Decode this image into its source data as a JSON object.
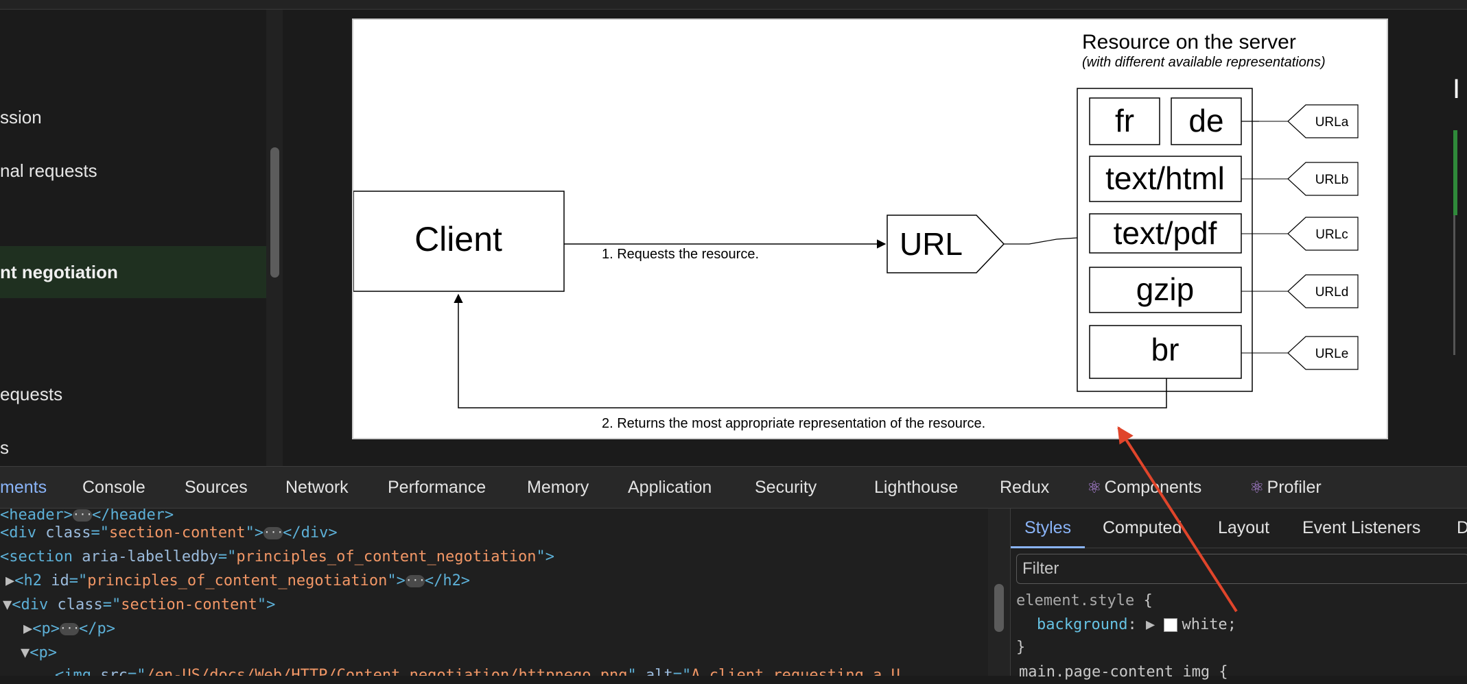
{
  "sidebar": {
    "items": [
      {
        "label": "ssion",
        "active": false
      },
      {
        "label": "nal requests",
        "active": false
      },
      {
        "label": "nt negotiation",
        "active": true
      },
      {
        "label": "equests",
        "active": false
      },
      {
        "label": "s",
        "active": false
      }
    ]
  },
  "figure": {
    "title": "Resource on the server",
    "subtitle": "(with different available representations)",
    "client_label": "Client",
    "url_label": "URL",
    "step1": "1. Requests the resource.",
    "step2": "2. Returns the most appropriate representation of the resource.",
    "representations": [
      "fr",
      "de",
      "text/html",
      "text/pdf",
      "gzip",
      "br"
    ],
    "url_tags": [
      "URLa",
      "URLb",
      "URLc",
      "URLd",
      "URLe"
    ]
  },
  "right_heading": "I",
  "devtools": {
    "tabs": [
      {
        "label": "ments",
        "active": true
      },
      {
        "label": "Console"
      },
      {
        "label": "Sources"
      },
      {
        "label": "Network"
      },
      {
        "label": "Performance"
      },
      {
        "label": "Memory"
      },
      {
        "label": "Application"
      },
      {
        "label": "Security"
      },
      {
        "label": "Lighthouse"
      },
      {
        "label": "Redux"
      },
      {
        "label": "Components",
        "icon": "react-icon"
      },
      {
        "label": "Profiler",
        "icon": "react-icon"
      }
    ],
    "elements": {
      "lines": [
        {
          "html": "header_close"
        },
        {
          "tag": "div",
          "attr": "class",
          "value": "section-content"
        },
        {
          "tag": "section",
          "attr": "aria-labelledby",
          "value": "principles_of_content_negotiation"
        },
        {
          "tag": "h2",
          "attr": "id",
          "value": "principles_of_content_negotiation"
        },
        {
          "tag": "div",
          "attr": "class",
          "value": "section-content"
        },
        {
          "tag": "p"
        },
        {
          "tag": "p"
        },
        {
          "tag": "img",
          "attr": "src",
          "value": "/en-US/docs/Web/HTTP/Content_negotiation/httpnego.png",
          "attr2": "alt",
          "value2": "A client requesting a U"
        }
      ]
    },
    "styles": {
      "tabs": [
        {
          "label": "Styles",
          "active": true
        },
        {
          "label": "Computed"
        },
        {
          "label": "Layout"
        },
        {
          "label": "Event Listeners"
        },
        {
          "label": "D"
        }
      ],
      "filter_placeholder": "Filter",
      "rules": {
        "element_style_selector": "element.style",
        "open_brace": "{",
        "prop": "background",
        "value": "white",
        "close_brace": "}",
        "next_selector": "main.page-content img {"
      }
    }
  },
  "colors": {
    "accent": "#8ab4f8",
    "active_sidebar": "#1f3020",
    "annotation_arrow": "#e0452b"
  }
}
